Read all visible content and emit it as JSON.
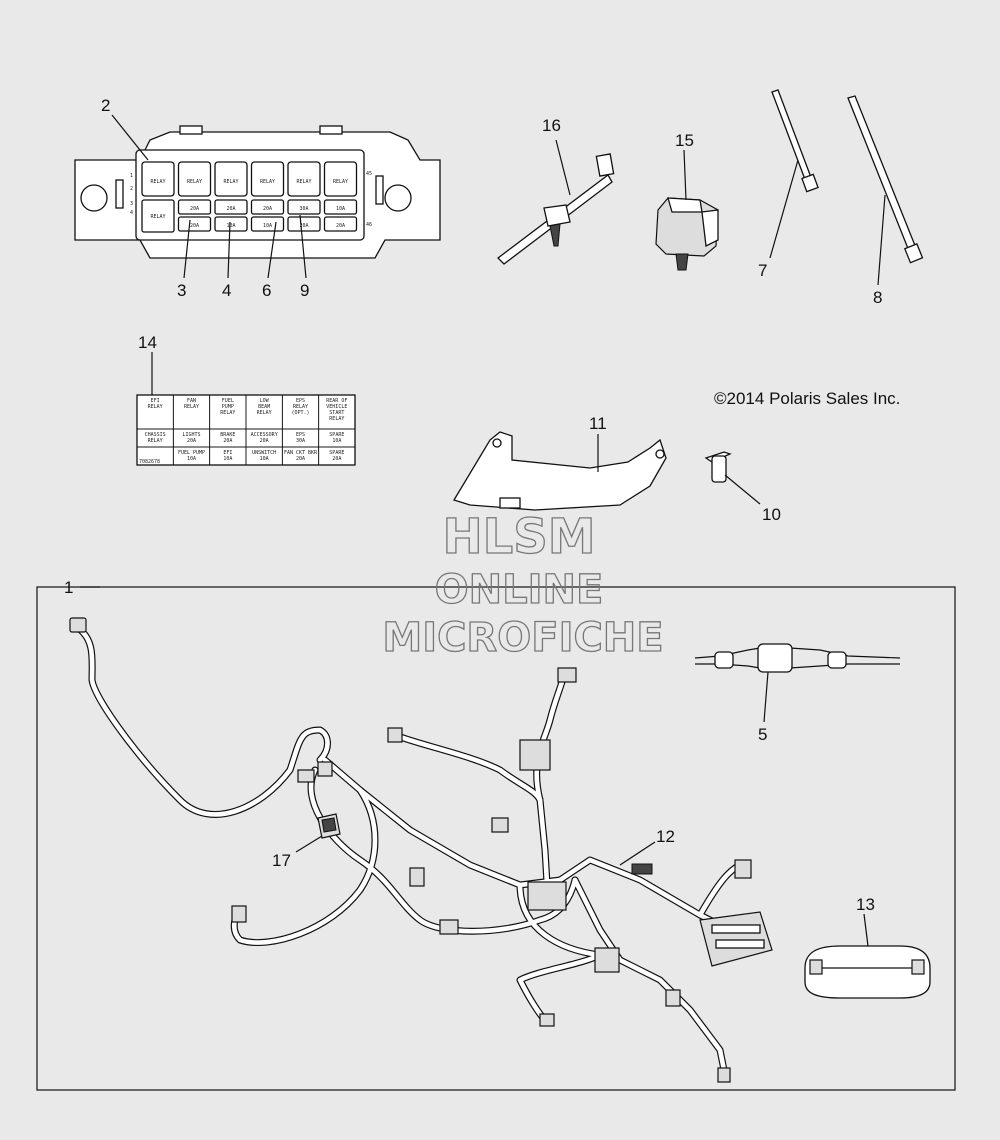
{
  "copyright": "©2014 Polaris Sales Inc.",
  "watermark": [
    "HLSM",
    "ONLINE",
    "MICROFICHE"
  ],
  "callouts": [
    "1",
    "2",
    "3",
    "4",
    "5",
    "6",
    "7",
    "8",
    "9",
    "10",
    "11",
    "12",
    "13",
    "14",
    "15",
    "16",
    "17"
  ],
  "fuse_box": {
    "row_relays": [
      "RELAY",
      "RELAY",
      "RELAY",
      "RELAY",
      "RELAY",
      "RELAY"
    ],
    "row_fuses_top": [
      "RELAY",
      "20A",
      "20A",
      "20A",
      "30A",
      "10A"
    ],
    "row_fuses_bottom": [
      "",
      "20A",
      "10A",
      "10A",
      "20A",
      "20A"
    ],
    "side_left": [
      "1",
      "2",
      "3",
      "4"
    ],
    "side_right": [
      "45",
      "46"
    ]
  },
  "label_14": {
    "row1": [
      "EFI\nRELAY",
      "FAN\nRELAY",
      "FUEL\nPUMP\nRELAY",
      "LOW\nBEAM\nRELAY",
      "EPS\nRELAY\n(OPT.)",
      "REAR OF\nVEHICLE\nSTART\nRELAY"
    ],
    "row2": [
      "CHASSIS\nRELAY",
      "LIGHTS\n20A",
      "BRAKE\n20A",
      "ACCESSORY\n20A",
      "EPS\n30A",
      "SPARE\n10A"
    ],
    "row3": [
      "",
      "FUEL PUMP\n10A",
      "EFI\n10A",
      "UNSWITCH\n10A",
      "FAN CKT BKR\n20A",
      "SPARE\n20A"
    ],
    "part_no": "7082678"
  }
}
